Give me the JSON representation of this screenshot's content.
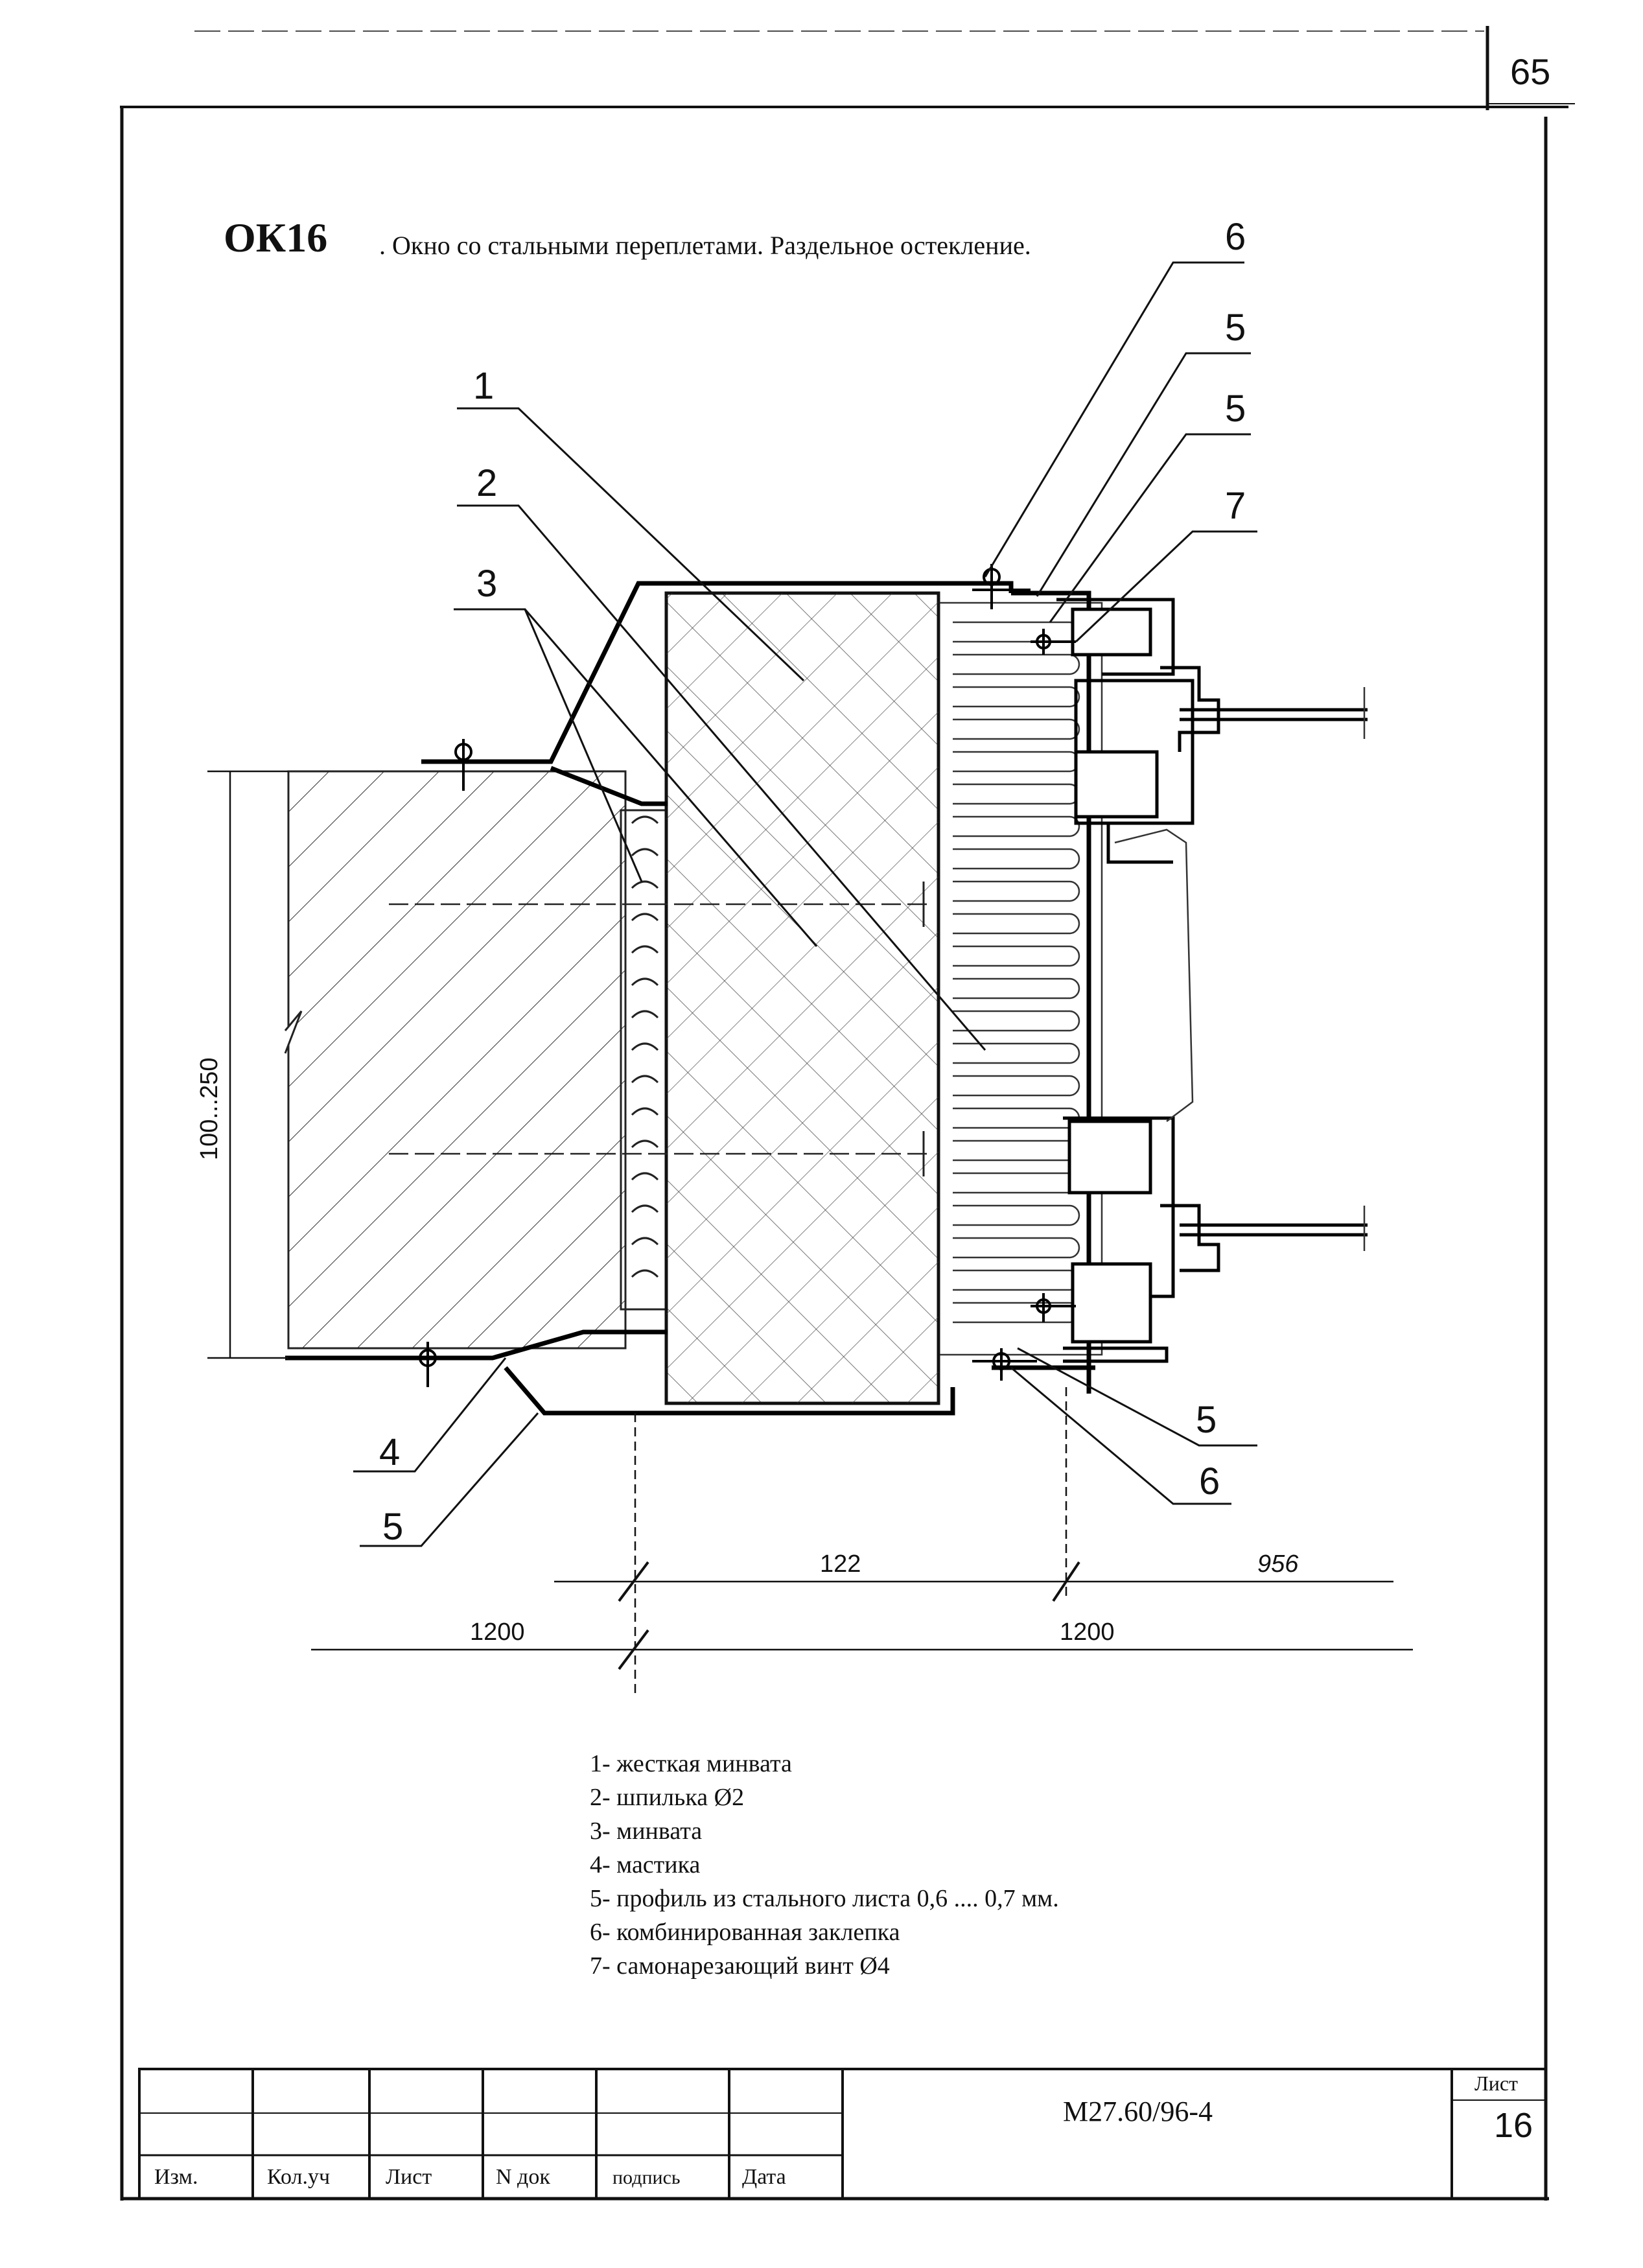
{
  "page_number": "65",
  "title": {
    "code": "ОК16",
    "text": ". Окно со стальными переплетами. Раздельное остекление."
  },
  "callouts": [
    "1",
    "2",
    "3",
    "6",
    "5",
    "5",
    "7",
    "4",
    "5",
    "5",
    "6"
  ],
  "dimensions": {
    "height": "100...250",
    "d122": "122",
    "d956": "956",
    "left_1200": "1200",
    "right_1200": "1200"
  },
  "legend": [
    "1-   жесткая минвата",
    "2-   шпилька Ø2",
    "3-   минвата",
    "4-   мастика",
    "5-   профиль из стального листа 0,6 .... 0,7 мм.",
    "6-   комбинированная заклепка",
    "7-   самонарезающий винт Ø4"
  ],
  "stamp": {
    "columns": [
      "Изм.",
      "Кол.уч",
      "Лист",
      "N док",
      "подпись",
      "Дата"
    ],
    "document_code": "М27.60/96-4",
    "sheet_label": "Лист",
    "sheet_number": "16"
  }
}
